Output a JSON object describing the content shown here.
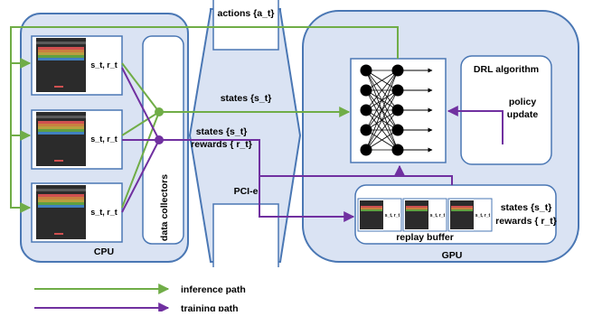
{
  "diagram": {
    "cpu_label": "CPU",
    "gpu_label": "GPU",
    "data_collectors_label": "data collectors",
    "actions_label": "actions {a_t}",
    "states_label": "states {s_t}",
    "states_rewards_label_1": "states {s_t}",
    "states_rewards_label_2": "rewards { r_t}",
    "pcie_label": "PCI-e",
    "drl_title": "DRL algorithm",
    "policy_line1": "policy",
    "policy_line2": "update",
    "replay_buffer_label": "replay buffer",
    "replay_states_label": "states {s_t}",
    "replay_rewards_label": "rewards { r_t}",
    "env_label": "s_t, r_t",
    "legend": {
      "inference": "inference path",
      "training": "training path"
    },
    "colors": {
      "inference": "#70ad47",
      "training": "#7030a0",
      "panel_fill": "#dae3f3",
      "panel_stroke": "#4a77b4"
    }
  }
}
